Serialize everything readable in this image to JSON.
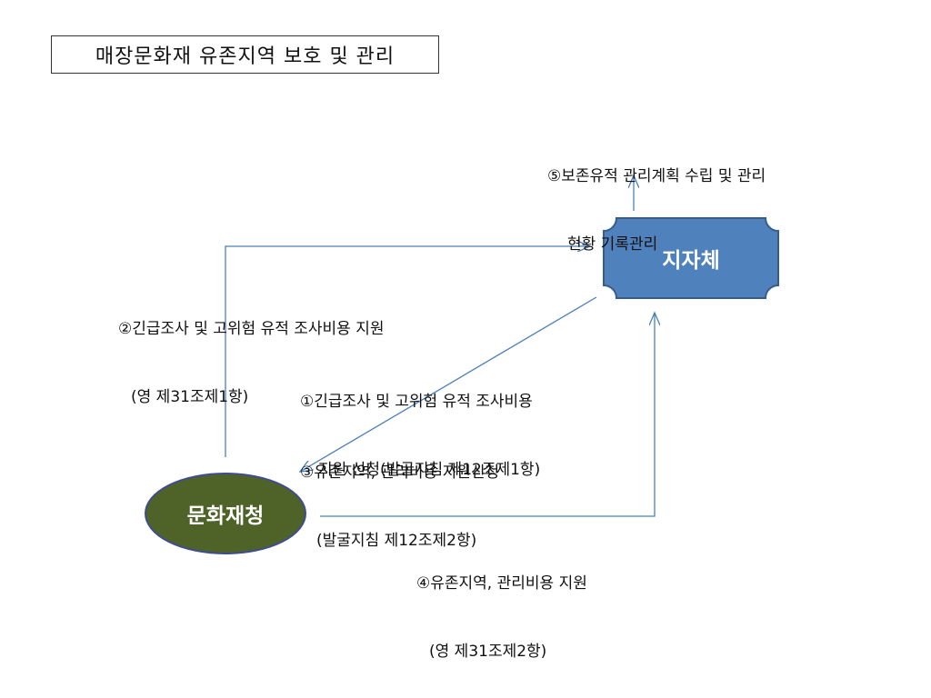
{
  "title": "매장문화재 유존지역 보호 및 관리",
  "nodes": {
    "local_gov": "지자체",
    "heritage_admin": "문화재청"
  },
  "steps": {
    "step5": {
      "line1": "⑤보존유적 관리계획 수립 및 관리",
      "line2": "현황 기록관리"
    },
    "step2": {
      "line1": "②긴급조사 및 고위험 유적 조사비용 지원",
      "line2": "(영 제31조제1항)"
    },
    "step1": {
      "line1": "①긴급조사 및 고위험 유적 조사비용",
      "line2": "지원 신청(발굴지침 제12조제1항)"
    },
    "step3": {
      "line1": "③유존지역, 관리비용 지원신청",
      "line2": "(발굴지침 제12조제2항)"
    },
    "step4": {
      "line1": "④유존지역, 관리비용 지원",
      "line2": "(영 제31조제2항)"
    }
  },
  "colors": {
    "local_gov_fill": "#4f81bd",
    "local_gov_stroke": "#385d8a",
    "heritage_fill": "#4f6228",
    "heritage_stroke": "#3e4d8f",
    "arrow": "#4a7ebb"
  }
}
